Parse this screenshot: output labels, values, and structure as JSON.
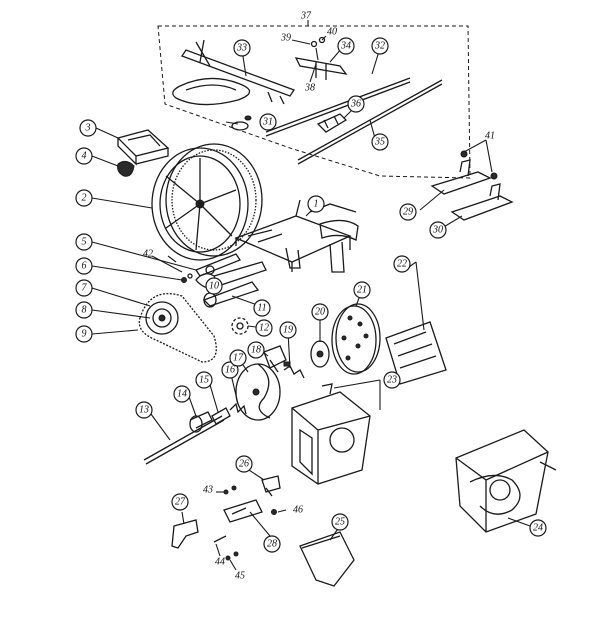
{
  "callouts": [
    {
      "id": "c1",
      "label": "1"
    },
    {
      "id": "c2",
      "label": "2"
    },
    {
      "id": "c3",
      "label": "3"
    },
    {
      "id": "c4",
      "label": "4"
    },
    {
      "id": "c5",
      "label": "5"
    },
    {
      "id": "c6",
      "label": "6"
    },
    {
      "id": "c7",
      "label": "7"
    },
    {
      "id": "c8",
      "label": "8"
    },
    {
      "id": "c9",
      "label": "9"
    },
    {
      "id": "c10",
      "label": "10"
    },
    {
      "id": "c11",
      "label": "11"
    },
    {
      "id": "c12",
      "label": "12"
    },
    {
      "id": "c13",
      "label": "13"
    },
    {
      "id": "c14",
      "label": "14"
    },
    {
      "id": "c15",
      "label": "15"
    },
    {
      "id": "c16",
      "label": "16"
    },
    {
      "id": "c17",
      "label": "17"
    },
    {
      "id": "c18",
      "label": "18"
    },
    {
      "id": "c19",
      "label": "19"
    },
    {
      "id": "c20",
      "label": "20"
    },
    {
      "id": "c21",
      "label": "21"
    },
    {
      "id": "c22",
      "label": "22"
    },
    {
      "id": "c23",
      "label": "23"
    },
    {
      "id": "c24",
      "label": "24"
    },
    {
      "id": "c25",
      "label": "25"
    },
    {
      "id": "c26",
      "label": "26"
    },
    {
      "id": "c27",
      "label": "27"
    },
    {
      "id": "c28",
      "label": "28"
    },
    {
      "id": "c29",
      "label": "29"
    },
    {
      "id": "c30",
      "label": "30"
    },
    {
      "id": "c31",
      "label": "31"
    },
    {
      "id": "c32",
      "label": "32"
    },
    {
      "id": "c33",
      "label": "33"
    },
    {
      "id": "c34",
      "label": "34"
    },
    {
      "id": "c35",
      "label": "35"
    },
    {
      "id": "c36",
      "label": "36"
    }
  ],
  "plain_labels": {
    "l37": "37",
    "l38": "38",
    "l39": "39",
    "l40": "40",
    "l41": "41",
    "l42": "42",
    "l43": "43",
    "l44": "44",
    "l45": "45",
    "l46": "46"
  }
}
